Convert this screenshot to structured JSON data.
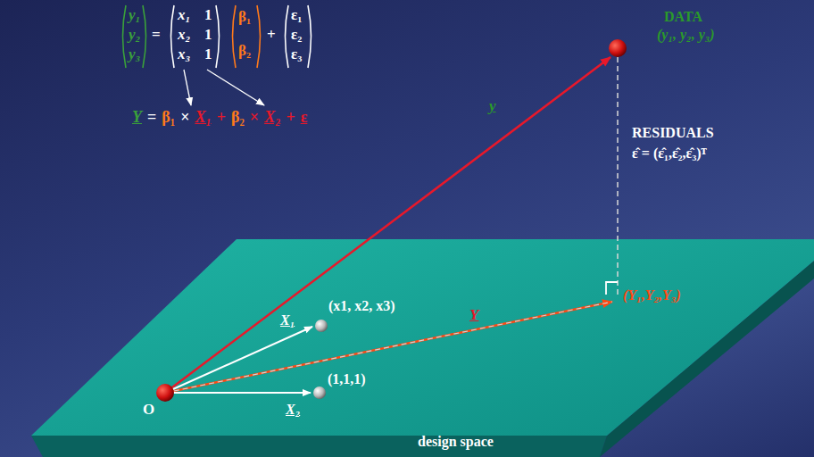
{
  "diagram": {
    "labels": [
      "y₁",
      "y₂",
      "y₃",
      "=",
      "x₁",
      "1",
      "x₂",
      "1",
      "x₃",
      "1",
      "β₁",
      "β₂",
      "+",
      "ε₁",
      "ε₂",
      "ε₃",
      "Y",
      "=",
      "β₁",
      "×",
      "X₁",
      "+",
      "β₂",
      "×",
      "X₂",
      "+",
      "ε",
      "DATA",
      "(y₁, y₂, y₃)",
      "y",
      "RESIDUALS",
      "ε̂ = (ε̂₁,ε̂₂,ε̂₃)ᵀ",
      "X₁",
      "(x1, x2, x3)",
      "Y",
      "(Y₁,Y₂,Y₃)",
      "(1,1,1)",
      "O",
      "X₂",
      "design space"
    ]
  }
}
